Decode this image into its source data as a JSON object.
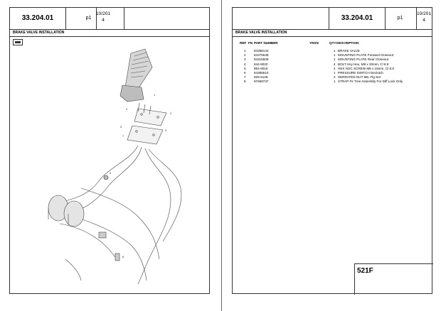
{
  "doc_code": "33.204.01",
  "page_label": "p1",
  "date_line1": "10/201",
  "date_line2": "4",
  "section_title": "BRAKE VALVE INSTALLATION",
  "model": "521F",
  "table": {
    "headers": {
      "ref": "REF",
      "fn": "FN",
      "part_number": "PART NUMBER",
      "yrsn": "YRSN",
      "qty": "QTY",
      "description": "DESCRIPTION"
    },
    "rows": [
      {
        "ref": "1",
        "part_number": "84398143",
        "qty": "1",
        "description": "BRAKE VALVE"
      },
      {
        "ref": "2",
        "part_number": "84375538",
        "qty": "1",
        "description": "MOUNTING PLATE  Forward Closeout"
      },
      {
        "ref": "3",
        "part_number": "84315506",
        "qty": "1",
        "description": "MOUNTING PLATE  Rear Closeout"
      },
      {
        "ref": "4",
        "part_number": "844-8020",
        "qty": "4",
        "description": "BOLT Hvy Hex, M8 x 20mm, Cl 8.8"
      },
      {
        "ref": "5",
        "part_number": "864-8016",
        "qty": "4",
        "description": "HEX SOC SCREW M8 x 16mm, Cl 8.8"
      },
      {
        "ref": "6",
        "part_number": "84385610",
        "qty": "1",
        "description": "PRESSURE SWITCH  Declutch"
      },
      {
        "ref": "7",
        "part_number": "825-5148",
        "qty": "2",
        "description": "SERRATED NUT M8, Flg Ser"
      },
      {
        "ref": "8",
        "part_number": "87668737",
        "qty": "1",
        "description": "STRAP  Fir Tree Assembly For Diff Lock Only"
      }
    ]
  },
  "callouts": [
    "1",
    "2",
    "3",
    "4",
    "5",
    "6",
    "7",
    "8"
  ]
}
